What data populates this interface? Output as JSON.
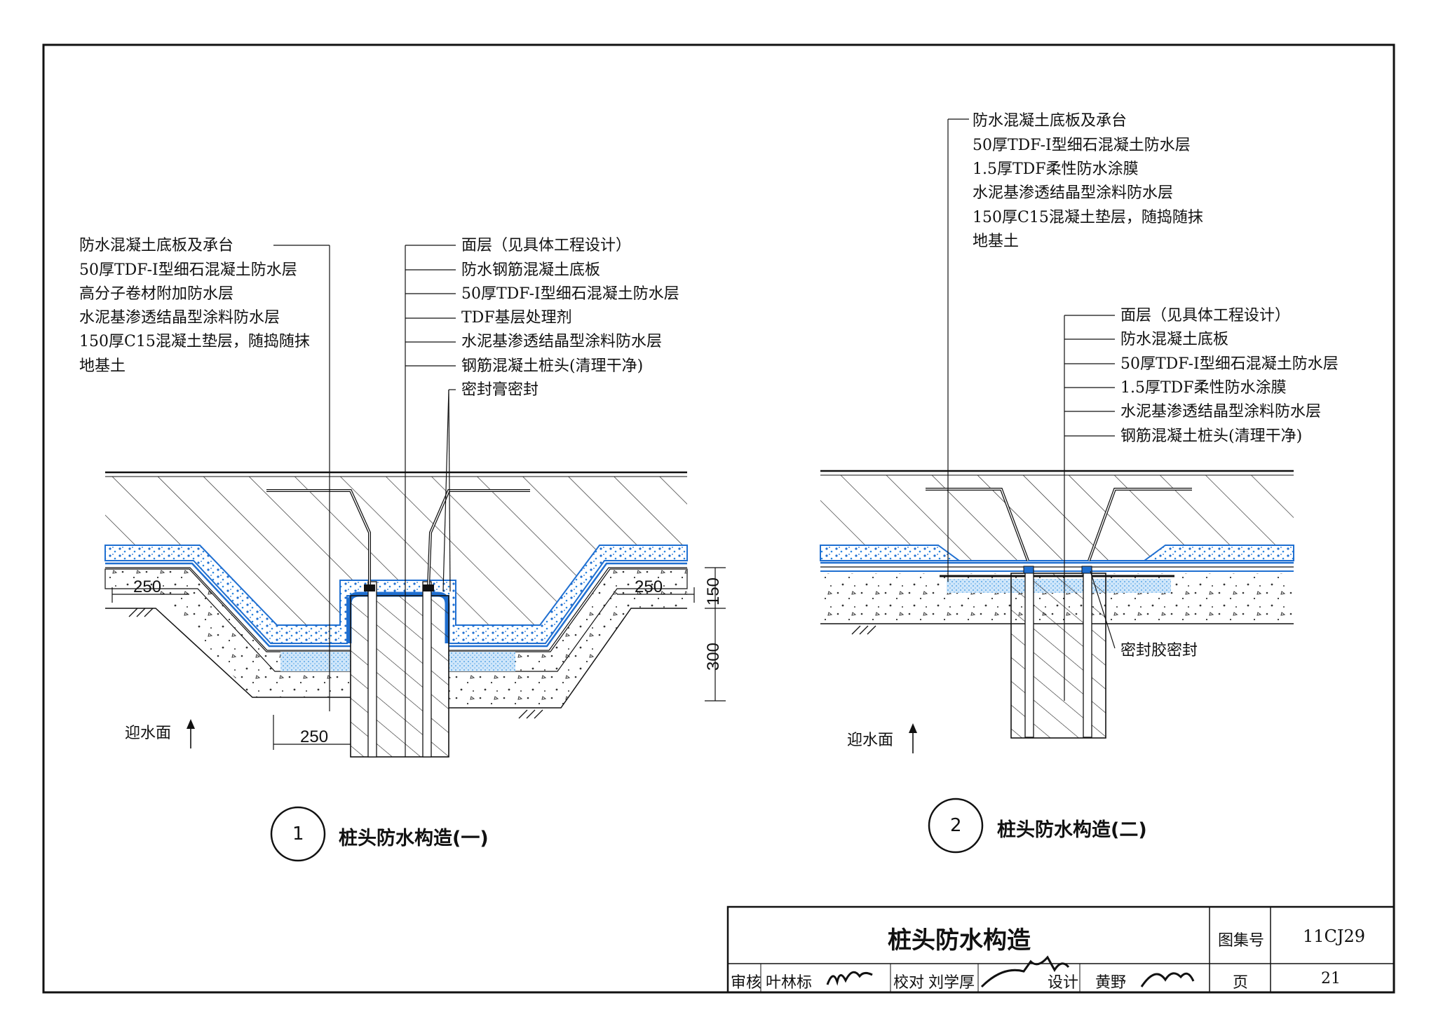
{
  "detail1": {
    "number": "1",
    "caption": "桩头防水构造(一)",
    "left_labels": [
      "防水混凝土底板及承台",
      "50厚TDF-Ⅰ型细石混凝土防水层",
      "高分子卷材附加防水层",
      "水泥基渗透结晶型涂料防水层",
      "150厚C15混凝土垫层，随捣随抹",
      "地基土"
    ],
    "right_labels": [
      "面层（见具体工程设计）",
      "防水钢筋混凝土底板",
      "50厚TDF-Ⅰ型细石混凝土防水层",
      "TDF基层处理剂",
      "水泥基渗透结晶型涂料防水层",
      "钢筋混凝土桩头(清理干净)"
    ],
    "seal_label": "密封膏密封",
    "dims": {
      "left_top": "250",
      "right_top": "250",
      "bottom": "250",
      "v150": "150",
      "v300": "300"
    },
    "water_face": "迎水面"
  },
  "detail2": {
    "number": "2",
    "caption": "桩头防水构造(二)",
    "top_labels": [
      "防水混凝土底板及承台",
      "50厚TDF-Ⅰ型细石混凝土防水层",
      "1.5厚TDF柔性防水涂膜",
      "水泥基渗透结晶型涂料防水层",
      "150厚C15混凝土垫层，随捣随抹",
      "地基土"
    ],
    "right_labels": [
      "面层（见具体工程设计）",
      "防水混凝土底板",
      "50厚TDF-Ⅰ型细石混凝土防水层",
      "1.5厚TDF柔性防水涂膜",
      "水泥基渗透结晶型涂料防水层",
      "钢筋混凝土桩头(清理干净)"
    ],
    "seal_label": "密封胶密封",
    "water_face": "迎水面"
  },
  "title_block": {
    "title": "桩头防水构造",
    "atlas_label": "图集号",
    "atlas_no": "11CJ29",
    "review_label": "审核",
    "reviewer": "叶林标",
    "check_label": "校对",
    "checker": "刘学厚",
    "design_label": "设计",
    "designer": "黄野",
    "page_label": "页",
    "page_no": "21"
  },
  "colors": {
    "membrane": "#1f6fd1",
    "stipple": "#9cc9ef",
    "ink": "#111111"
  }
}
